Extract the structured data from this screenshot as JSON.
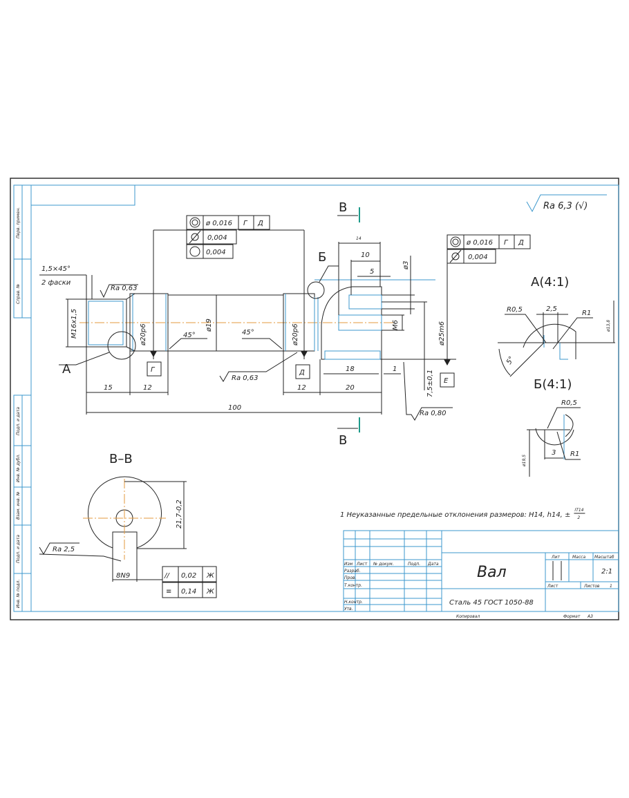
{
  "sheet": {
    "side_stamps": [
      "Перв. примен.",
      "Справ. №",
      "Подп. и дата",
      "Инв. № дубл.",
      "Взам. инв. №",
      "Подп. и дата",
      "Инв. № подл."
    ],
    "general_roughness": "Ra 6,3 (√)"
  },
  "main_view": {
    "chamfer": "1,5×45°",
    "chamfer_note": "2 фаски",
    "roughness_left": "Ra 0,63",
    "roughness_mid": "Ra 0,63",
    "roughness_head": "Ra 0,80",
    "thread": "M16x1,5",
    "dia_left": "ø20p6",
    "dia_mid": "ø19",
    "dia_right": "ø20p6",
    "dia_head": "ø25m6",
    "dia_hole": "ø3",
    "thread_hole": "M6",
    "angle_left": "45°",
    "angle_right": "45°",
    "dims": {
      "d15": "15",
      "d12a": "12",
      "d100": "100",
      "d12b": "12",
      "d20": "20",
      "d18": "18",
      "d1": "1",
      "d14": "14",
      "d10": "10",
      "d5": "5",
      "d75": "7,5±0,1"
    },
    "datums": {
      "g": "Г",
      "d": "Д",
      "e": "Е"
    },
    "callout_a": "А",
    "callout_b": "Б",
    "section_mark": "В",
    "fcf_main": [
      {
        "symbol": "concentricity",
        "value": "ø 0,016",
        "datum1": "Г",
        "datum2": "Д"
      },
      {
        "symbol": "runout",
        "value": "0,004"
      },
      {
        "symbol": "roundness",
        "value": "0,004"
      }
    ],
    "fcf_head": [
      {
        "symbol": "concentricity",
        "value": "ø 0,016",
        "datum1": "Г",
        "datum2": "Д"
      },
      {
        "symbol": "runout",
        "value": "0,004"
      }
    ]
  },
  "detail_a": {
    "title": "А(4:1)",
    "r1": "R0,5",
    "r2": "R1",
    "width": "2,5",
    "dia": "ø13,8",
    "angle": "5°"
  },
  "detail_b": {
    "title": "Б(4:1)",
    "r1": "R0,5",
    "r2": "R1",
    "width": "3",
    "dia": "ø19,5"
  },
  "section_vv": {
    "title": "В–В",
    "height_dim": "21,7-0,2",
    "roughness": "Ra 2,5",
    "slot": "8N9",
    "fcf": [
      {
        "symbol": "parallelism",
        "sym_text": "//",
        "value": "0,02",
        "datum": "Ж"
      },
      {
        "symbol": "symmetry",
        "sym_text": "≡",
        "value": "0,14",
        "datum": "Ж"
      }
    ]
  },
  "note": "1 Неуказанные предельные отклонения размеров: H14, h14, ±",
  "note_fraction": {
    "num": "IT14",
    "den": "2"
  },
  "title_block": {
    "name": "Вал",
    "material": "Сталь 45 ГОСТ 1050-88",
    "headers": [
      "Изм",
      "Лист",
      "№ докум.",
      "Подп.",
      "Дата"
    ],
    "roles": [
      "Разраб.",
      "Пров.",
      "Т.контр.",
      "Н.контр.",
      "Утв."
    ],
    "lit": "Лит",
    "mass": "Масса",
    "scale_label": "Масштаб",
    "scale": "2:1",
    "sheet_label": "Лист",
    "sheets_label": "Листов",
    "sheets": "1",
    "copied": "Копировал",
    "format_label": "Формат",
    "format": "А3"
  }
}
